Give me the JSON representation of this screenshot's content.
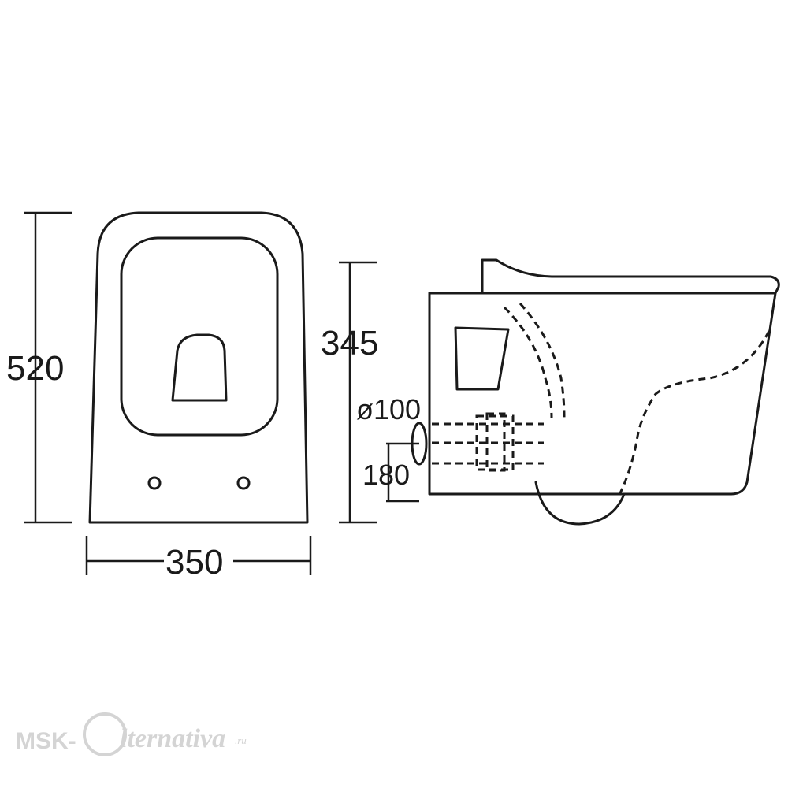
{
  "dimensions": {
    "height_total": "520",
    "width": "350",
    "height_side": "345",
    "pipe_diameter": "ø100",
    "pipe_height": "180"
  },
  "watermark": {
    "prefix": "MSK-",
    "script": "lternativa",
    "suffix": ".ru"
  },
  "colors": {
    "line": "#1a1a1a",
    "background": "#ffffff",
    "watermark": "#d4d4d4"
  }
}
